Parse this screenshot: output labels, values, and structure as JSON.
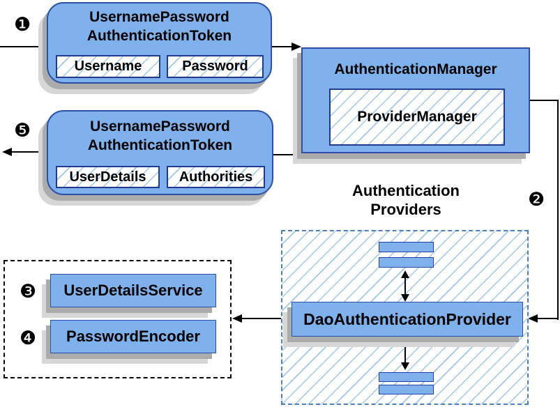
{
  "diagram": {
    "colors": {
      "box_fill": "#7fb2ec",
      "box_border": "#2c50a8",
      "inner_field_border": "#203a92",
      "hatch_line": "#9ec7f0",
      "blue_dashed_border": "#4a7fc1",
      "shadow_dark": "#ababab",
      "shadow_light": "#d7d7d7",
      "connector": "#000000"
    },
    "badges": {
      "step1": "❶",
      "step2": "❷",
      "step3": "❸",
      "step4": "❹",
      "step5": "❺"
    },
    "nodes": {
      "token_request": {
        "title_line1": "UsernamePassword",
        "title_line2": "AuthenticationToken",
        "fields": [
          "Username",
          "Password"
        ]
      },
      "auth_manager": {
        "title": "AuthenticationManager",
        "inner": "ProviderManager"
      },
      "token_response": {
        "title_line1": "UsernamePassword",
        "title_line2": "AuthenticationToken",
        "fields": [
          "UserDetails",
          "Authorities"
        ]
      },
      "providers_heading": {
        "line1": "Authentication",
        "line2": "Providers"
      },
      "dao_provider": {
        "label": "DaoAuthenticationProvider"
      },
      "user_details_service": {
        "label": "UserDetailsService"
      },
      "password_encoder": {
        "label": "PasswordEncoder"
      }
    }
  }
}
